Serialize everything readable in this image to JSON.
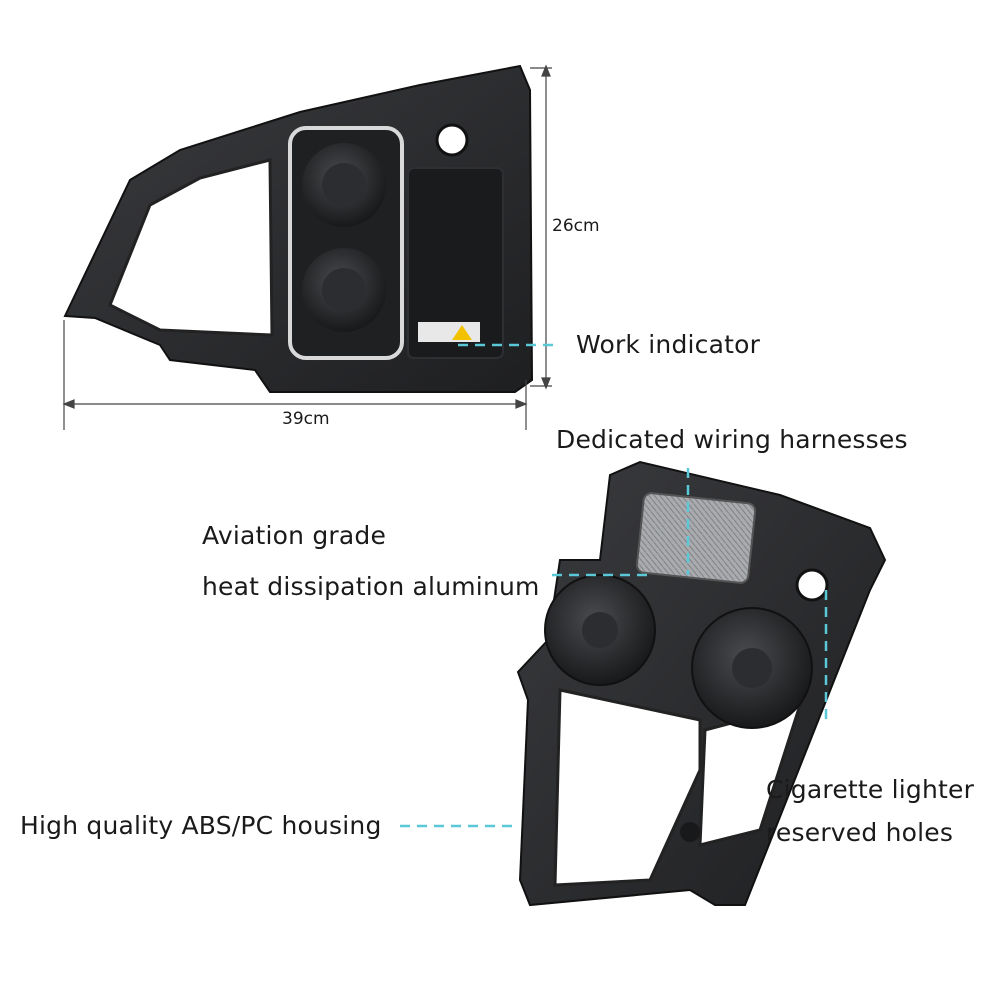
{
  "dimensions": {
    "height": "26cm",
    "width": "39cm"
  },
  "labels": {
    "work_indicator": "Work indicator",
    "wiring": "Dedicated wiring harnesses",
    "aviation_line1": "Aviation grade",
    "aviation_line2": "heat dissipation aluminum",
    "housing": "High quality ABS/PC housing",
    "lighter_line1": "Cigarette lighter",
    "lighter_line2": "reserved holes"
  },
  "colors": {
    "leader_line": "#5bc8d8",
    "part_body": "#2a2b2d",
    "part_dark": "#151617",
    "trim": "#d9d9d9"
  }
}
